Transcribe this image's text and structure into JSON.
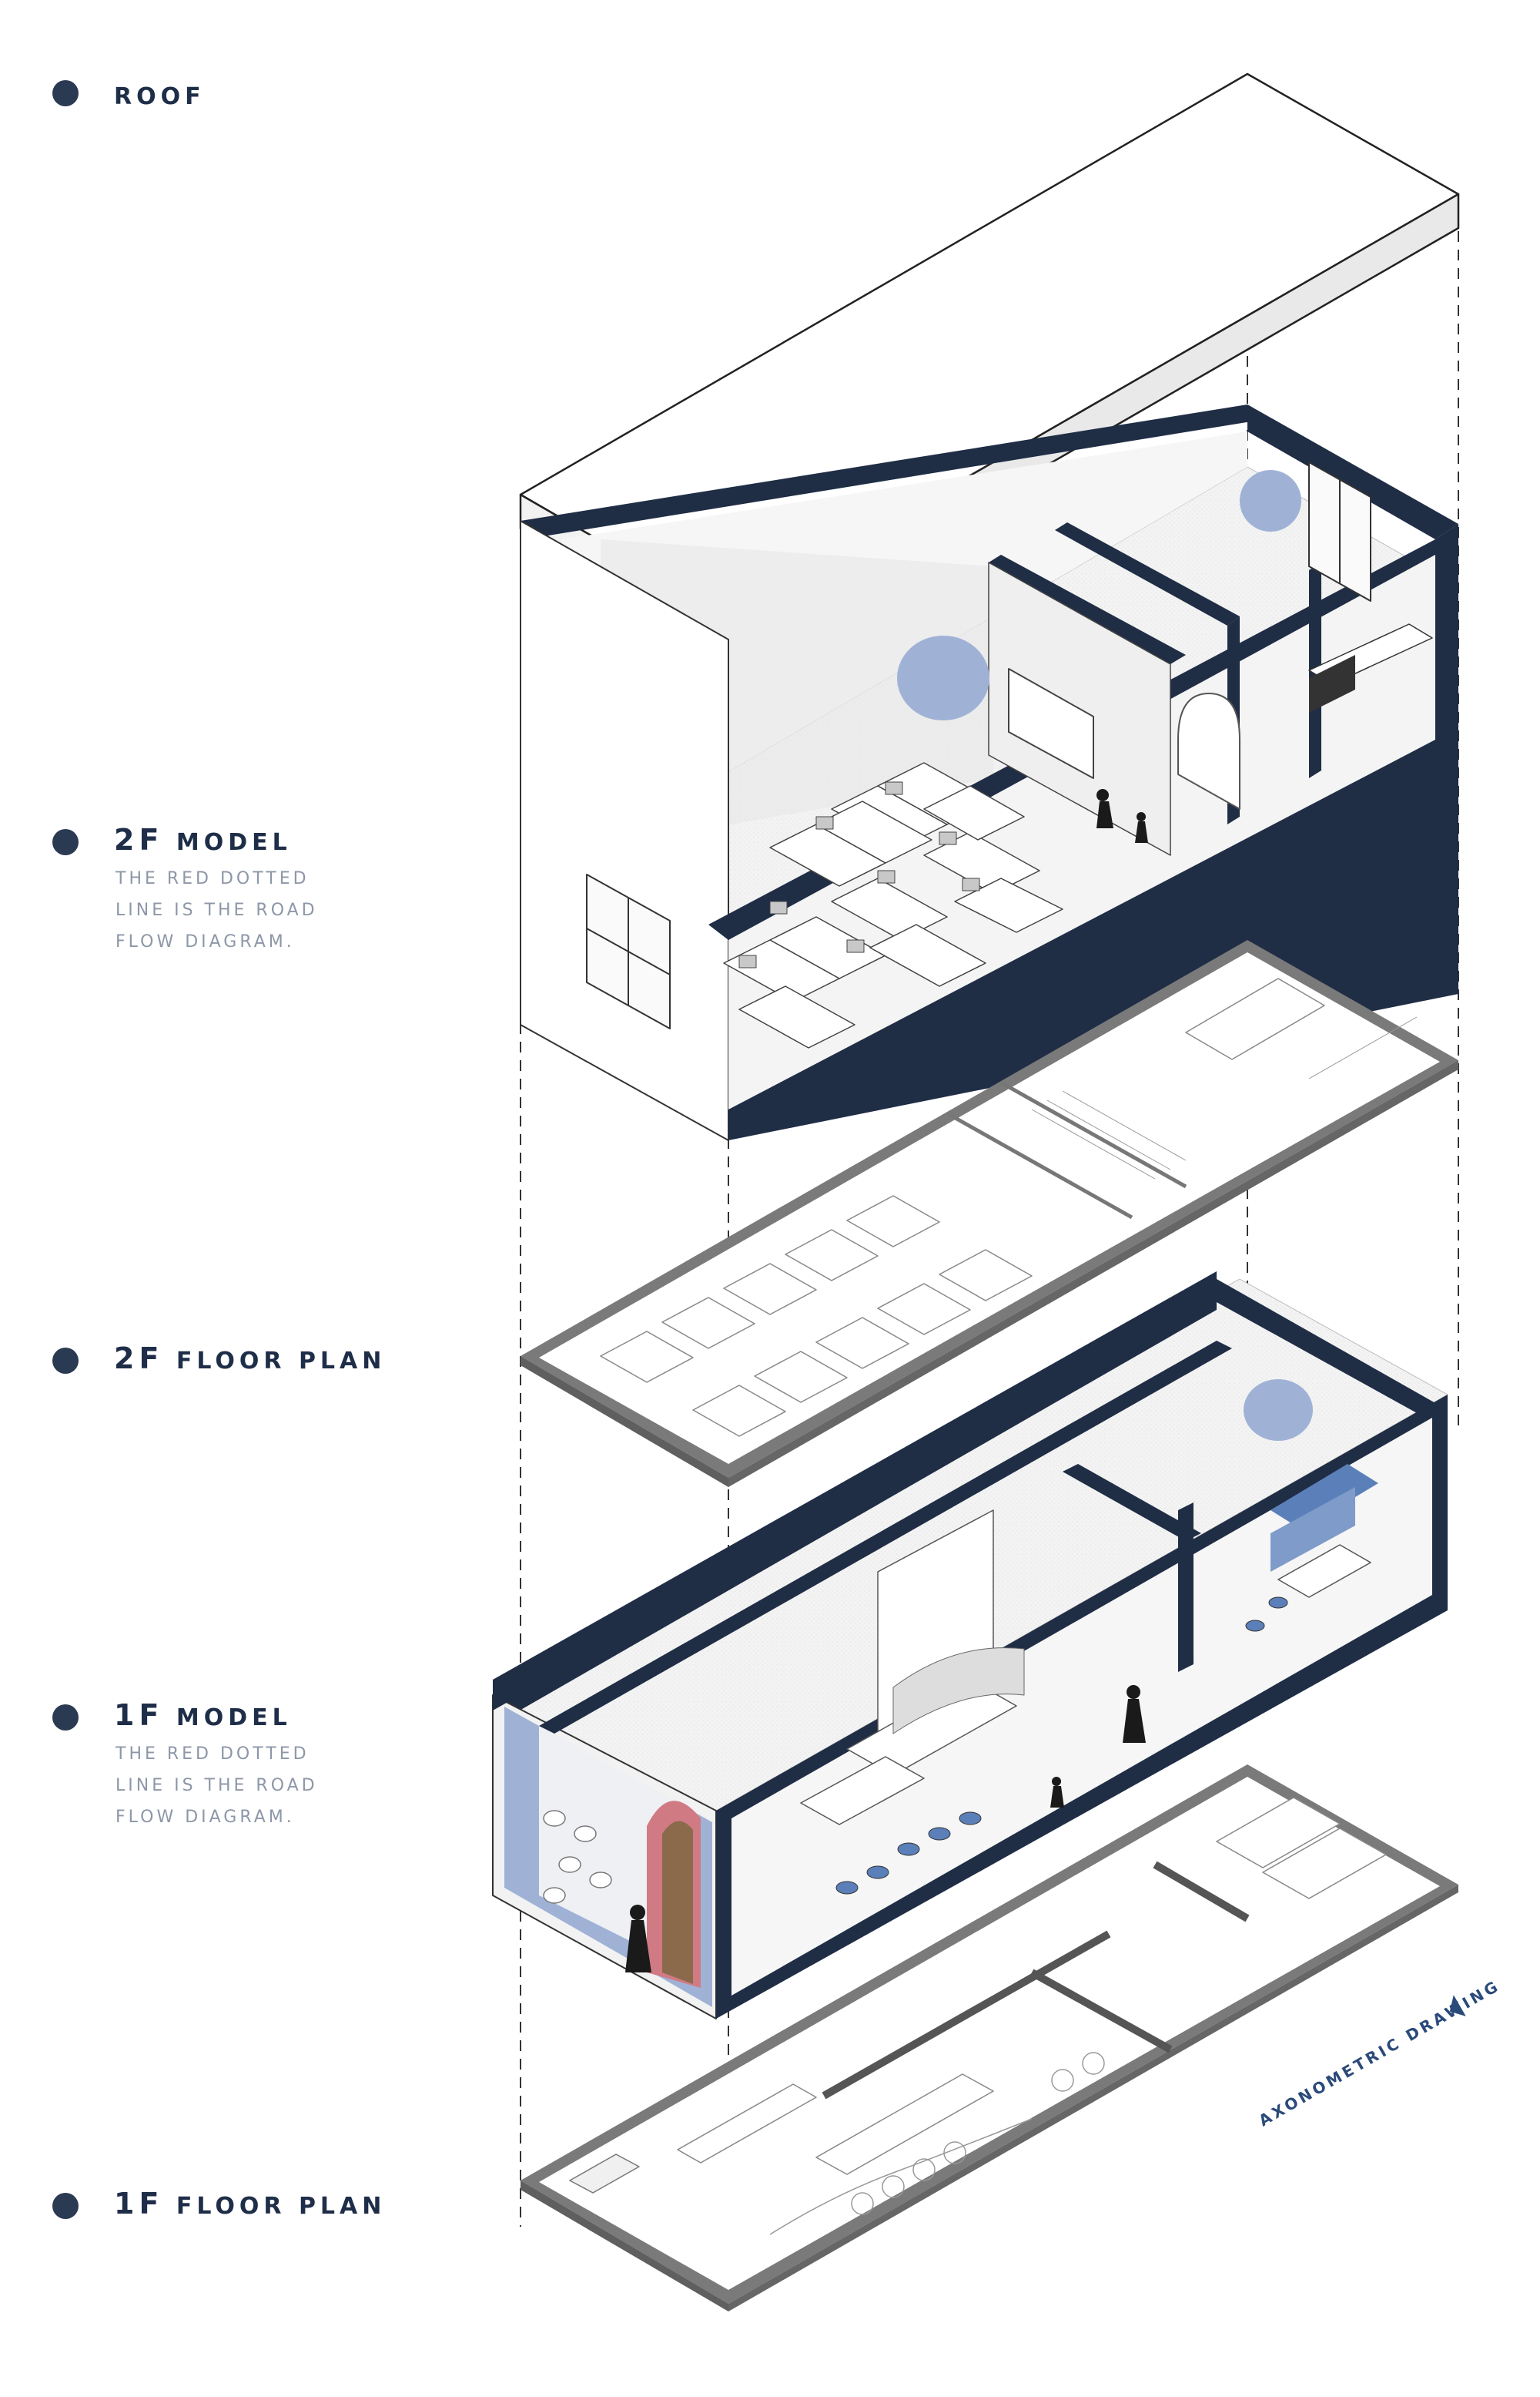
{
  "levels": [
    {
      "id": "roof",
      "first": "",
      "rest": "roof",
      "subtitle": []
    },
    {
      "id": "2f-model",
      "first": "2F",
      "rest": " model",
      "subtitle": [
        "The red dotted",
        "line is the road",
        "flow diagram."
      ]
    },
    {
      "id": "2f-floor-plan",
      "first": "2F",
      "rest": " floor plan",
      "subtitle": []
    },
    {
      "id": "1f-model",
      "first": "1F",
      "rest": " model",
      "subtitle": [
        "The red dotted",
        "line is the road",
        "flow diagram."
      ]
    },
    {
      "id": "1f-floor-plan",
      "first": "1F",
      "rest": " floor plan",
      "subtitle": []
    }
  ],
  "drawing_label": "AXONOMETRIC DRAWING",
  "colors": {
    "navy": "#1f2d45",
    "accent_blue": "#9fb2d6",
    "wall_grey": "#7a7a7a",
    "floor": "#ededed",
    "label_grey": "#8d97a8",
    "red_arch": "#d07a84"
  }
}
